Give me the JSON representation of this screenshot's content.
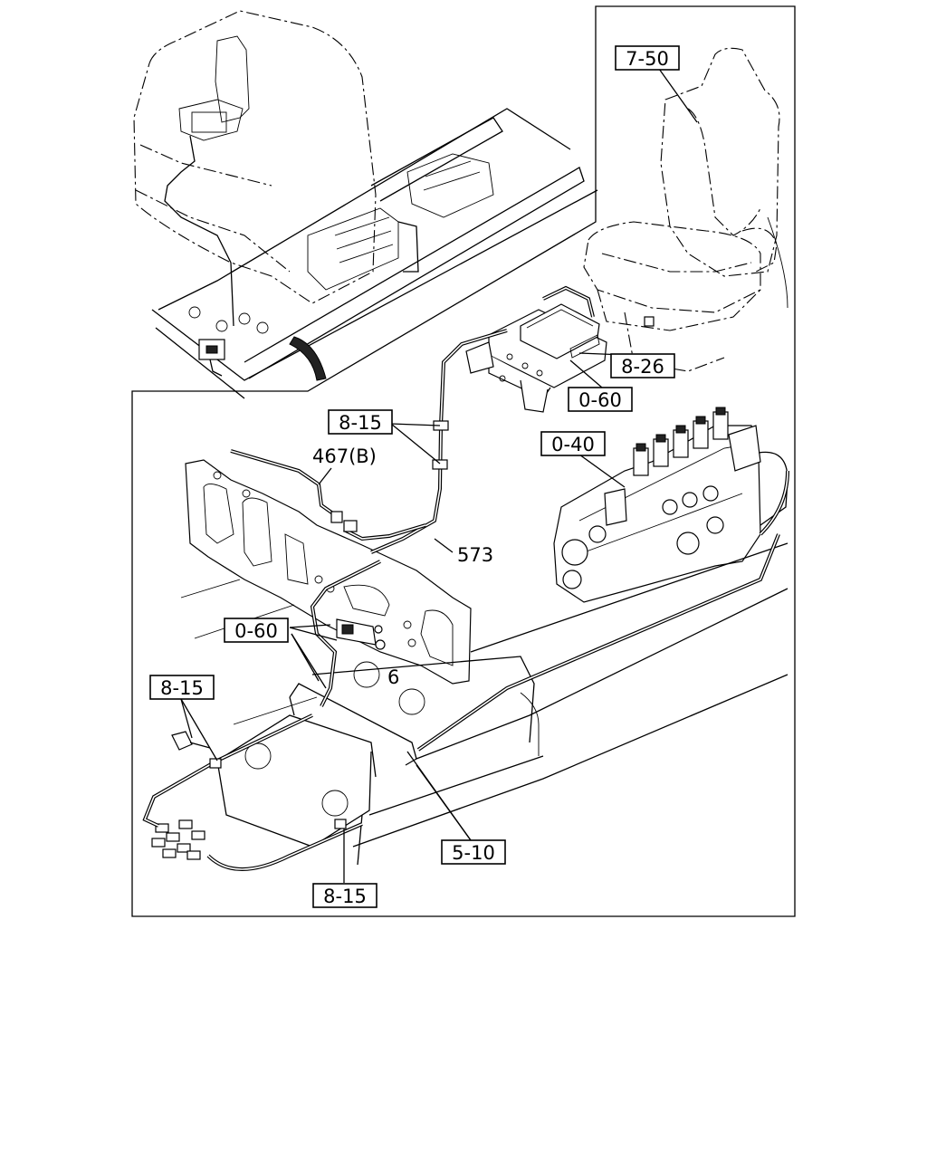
{
  "callouts": {
    "seat": "7-50",
    "controller": "8-26",
    "controller_harness": "0-60",
    "clips_upper": "8-15",
    "wire_467b": "467(B)",
    "pump": "0-40",
    "harness_573": "573",
    "harness_lower": "0-60",
    "item_6": "6",
    "clips_left": "8-15",
    "bracket": "5-10",
    "clips_bottom": "8-15"
  }
}
